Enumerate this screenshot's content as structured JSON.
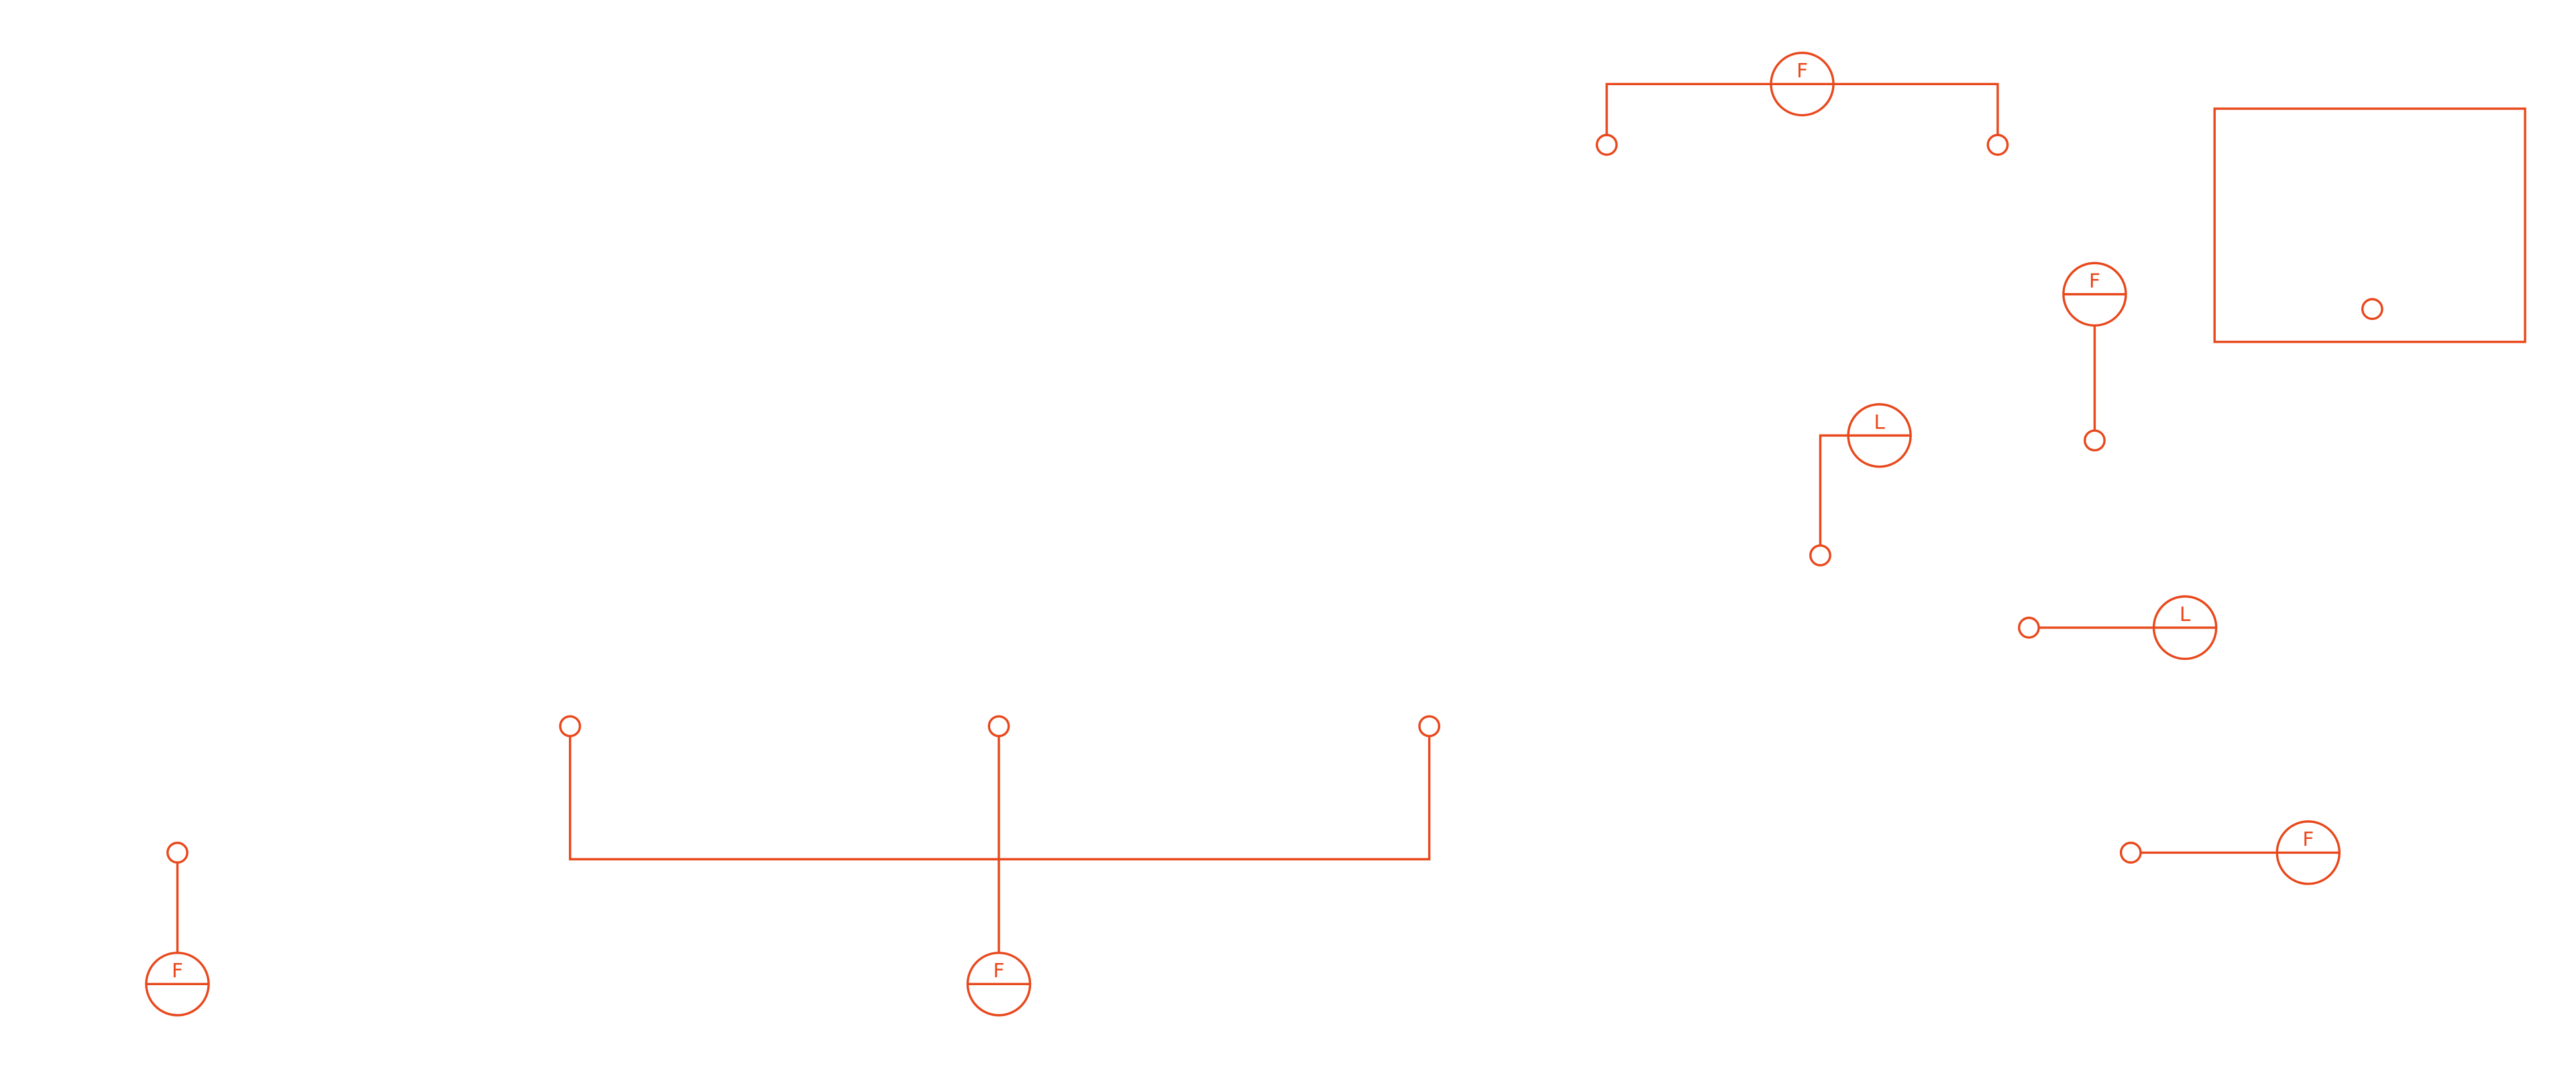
{
  "diagram": {
    "stroke_color": "#e8481c",
    "symbols": [
      {
        "id": "top-group",
        "label": "F"
      },
      {
        "id": "right-vertical",
        "label": "F"
      },
      {
        "id": "mid-corner",
        "label": "L"
      },
      {
        "id": "right-horizontal-l",
        "label": "L"
      },
      {
        "id": "right-horizontal-f",
        "label": "F"
      },
      {
        "id": "bottom-group",
        "label": "F"
      },
      {
        "id": "left-vertical",
        "label": "F"
      }
    ]
  }
}
